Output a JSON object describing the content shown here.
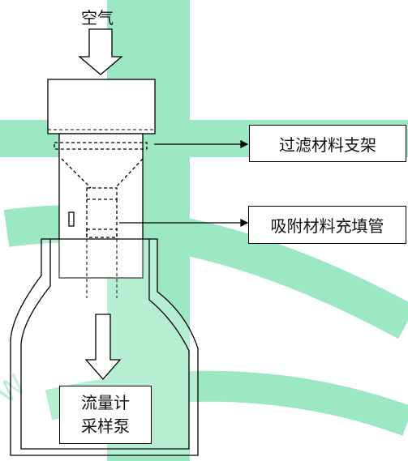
{
  "diagram": {
    "air_label": "空气",
    "filter_support_label": "过滤材料支架",
    "adsorbent_tube_label": "吸附材料充填管",
    "pump_label_line1": "流量计",
    "pump_label_line2": "采样泵"
  },
  "colors": {
    "watermark": "#9ce8c4",
    "stroke": "#000000",
    "background": "#ffffff"
  }
}
